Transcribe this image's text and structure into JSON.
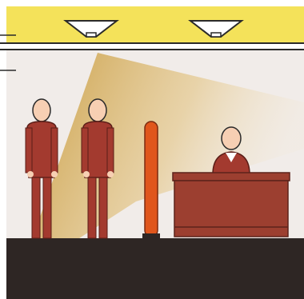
{
  "scene": {
    "people_in_queue": 2,
    "staff_at_counter": 1,
    "ceiling_lights": 2,
    "colors": {
      "ceiling": "#f4e25a",
      "ceiling_edge": "#2a2a2a",
      "wall": "#f1ece9",
      "light_beam": "#cfa243",
      "floor": "#2e2624",
      "uniform": "#a33a2f",
      "uniform_dark": "#5a1d17",
      "skin": "#f7cfb3",
      "bollard": "#e0561c",
      "desk": "#9c3f30",
      "desk_dark": "#5c231b",
      "lamp": "#ffffff",
      "outline": "#2a2a2a"
    }
  }
}
